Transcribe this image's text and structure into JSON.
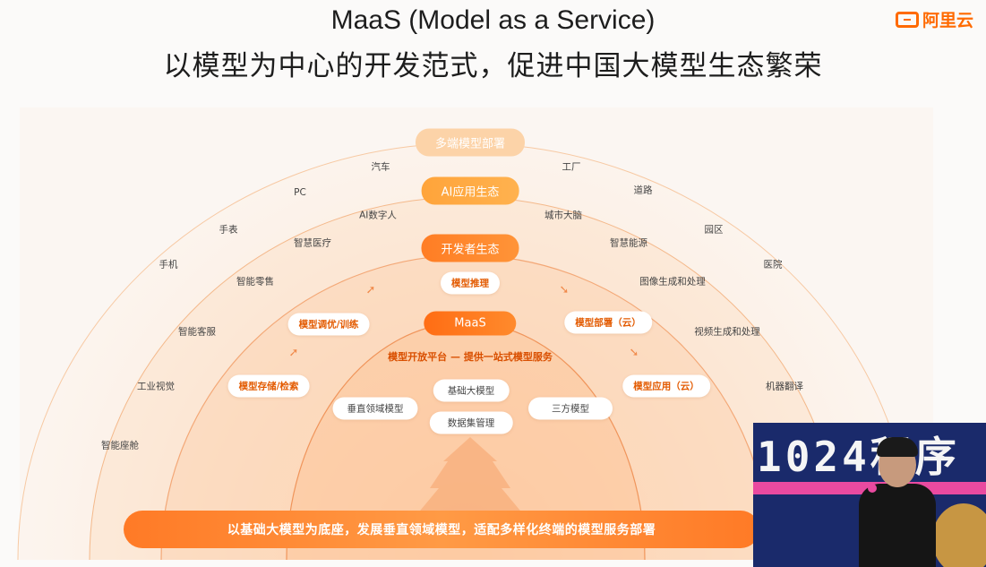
{
  "header": {
    "title_line1": "MaaS (Model as a Service)",
    "title_line2": "以模型为中心的开发范式，促进中国大模型生态繁荣",
    "brand_name": "阿里云"
  },
  "rings": {
    "deploy": "多端模型部署",
    "ai_ecosystem": "AI应用生态",
    "developer_ecosystem": "开发者生态",
    "maas": "MaaS"
  },
  "platform_caption": "模型开放平台 — 提供一站式模型服务",
  "workflow": {
    "infer": "模型推理",
    "tune": "模型调优/训练",
    "deploy_cloud": "模型部署（云）",
    "storage": "模型存储/检索",
    "app_cloud": "模型应用（云）"
  },
  "foundation": {
    "base_model": "基础大模型",
    "vertical_model": "垂直领域模型",
    "third_party": "三方模型",
    "dataset_mgmt": "数据集管理"
  },
  "outer_labels": {
    "car": "汽车",
    "factory": "工厂",
    "pc": "PC",
    "road": "道路",
    "watch": "手表",
    "park": "园区",
    "phone": "手机",
    "hospital": "医院",
    "customer_service": "智能客服",
    "video": "视频生成和处理",
    "industrial_vision": "工业视觉",
    "translation": "机器翻译",
    "cockpit": "智能座舱"
  },
  "inner_labels": {
    "digital_human": "AI数字人",
    "city_brain": "城市大脑",
    "smart_medical": "智慧医疗",
    "smart_energy": "智慧能源",
    "smart_retail": "智能零售",
    "image_gen": "图像生成和处理"
  },
  "bottom_banner": "以基础大模型为底座，发展垂直领域模型，适配多样化终端的模型服务部署",
  "speaker_banner": "1024程序",
  "colors": {
    "brand_orange": "#ff6a00",
    "ring_orange": "#ff7a26",
    "ring_light": "#ffc98f"
  }
}
